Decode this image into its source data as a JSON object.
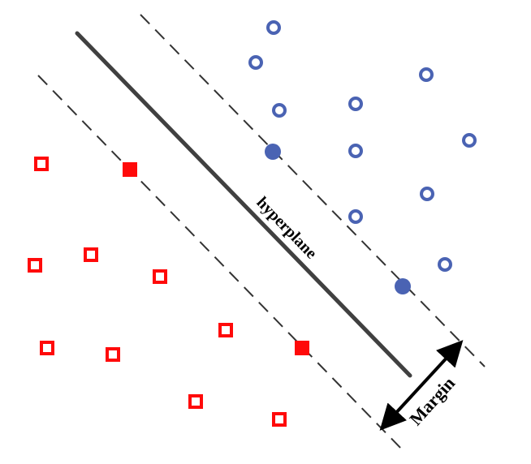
{
  "labels": {
    "hyperplane": "hyperplane",
    "margin": "Margin"
  },
  "colors": {
    "class_a": "#4a63b3",
    "class_b": "#ff0a0a",
    "hyperplane": "#404040",
    "margin_lines": "#333333",
    "arrow": "#000000"
  },
  "classes": [
    {
      "name": "circles",
      "marker": "circle",
      "support_vectors": 2,
      "other_points": 10
    },
    {
      "name": "squares",
      "marker": "square",
      "support_vectors": 2,
      "other_points": 9
    }
  ]
}
